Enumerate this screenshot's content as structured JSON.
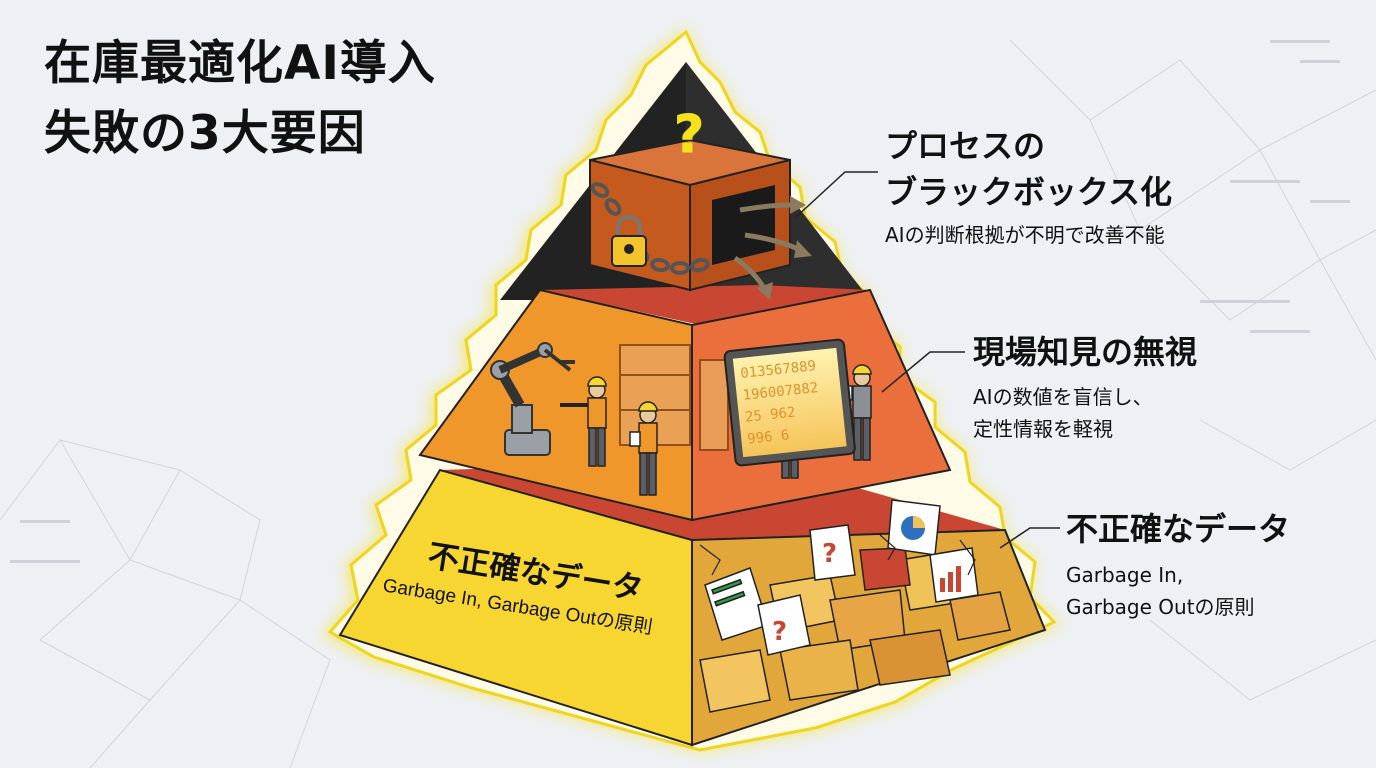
{
  "title": {
    "line1": "在庫最適化AI導入",
    "line2": "失敗の3大要因"
  },
  "layers": [
    {
      "id": "top",
      "heading_lines": [
        "プロセスの",
        "ブラックボックス化"
      ],
      "description_lines": [
        "AIの判断根拠が不明で改善不能"
      ],
      "icon": "locked-black-box-icon"
    },
    {
      "id": "middle",
      "heading_lines": [
        "現場知見の無視"
      ],
      "description_lines": [
        "AIの数値を盲信し、",
        "定性情報を軽視"
      ],
      "icon": "workers-and-robot-icon",
      "screen_numbers": [
        "013567889",
        "196007882",
        "25  962",
        "996  6"
      ]
    },
    {
      "id": "base",
      "heading_lines": [
        "不正確なデータ"
      ],
      "description_lines": [
        "Garbage In,",
        "Garbage Outの原則"
      ],
      "face_label": "不正確なデータ",
      "face_sub": "Garbage In, Garbage Outの原則",
      "icon": "broken-documents-icon"
    }
  ],
  "colors": {
    "background": "#eef0f3",
    "glow": "#f6e21a",
    "base_front": "#f7d631",
    "base_side": "#e2a73a",
    "middle_front": "#f0972c",
    "middle_side": "#ea6f3c",
    "top_cube": "#c55a1f",
    "top_pyramid": "#222222",
    "dark_red_band": "#c94632"
  }
}
